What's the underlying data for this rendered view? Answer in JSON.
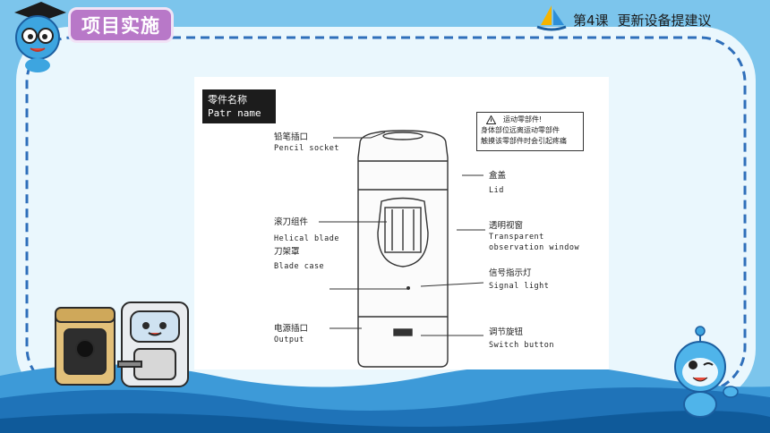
{
  "header": {
    "badge_label": "项目实施",
    "lesson": "第4课",
    "topic": "更新设备提建议"
  },
  "diagram": {
    "part_name_cn": "零件名称",
    "part_name_en": "Patr name",
    "warning_title": "运动零部件!",
    "warning_line1": "身体部位远离运动零部件",
    "warning_line2": "触摸该零部件时会引起疼痛",
    "labels": {
      "pencil_socket_cn": "铅笔插口",
      "pencil_socket_en": "Pencil socket",
      "helical_blade_cn": "滚刀组件",
      "helical_blade_en": "Helical blade",
      "blade_case_cn": "刀架罩",
      "blade_case_en": "Blade case",
      "output_cn": "电源插口",
      "output_en": "Output",
      "lid_cn": "盒盖",
      "lid_en": "Lid",
      "window_cn": "透明视窗",
      "window_en_1": "Transparent",
      "window_en_2": "observation window",
      "signal_cn": "信号指示灯",
      "signal_en": "Signal light",
      "switch_cn": "调节旋钮",
      "switch_en": "Switch button"
    }
  },
  "colors": {
    "background": "#7cc5ec",
    "dashed_frame": "#2f6fba",
    "badge": "#b878c8",
    "panel": "#ffffff"
  }
}
